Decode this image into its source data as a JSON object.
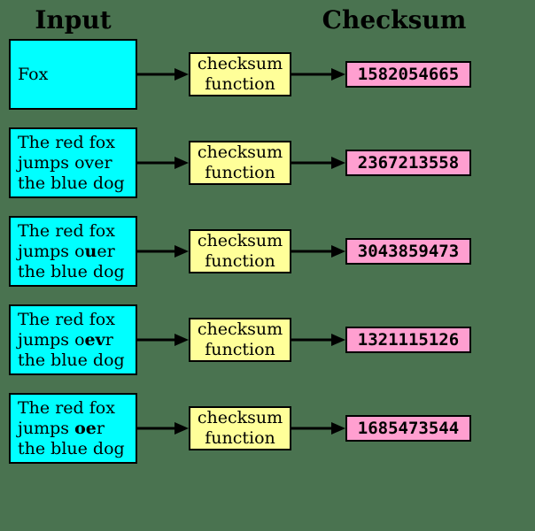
{
  "page": {
    "background": "#4a7350"
  },
  "titles": {
    "input": "Input",
    "checksum": "Checksum"
  },
  "function_box_lines": [
    "checksum",
    "function"
  ],
  "colors": {
    "input_box": "#00ffff",
    "function_box": "#ffff99",
    "checksum_box": "#ff9fd0",
    "border": "#000000",
    "arrow": "#000000",
    "title_text": "#000000"
  },
  "rows": [
    {
      "input_lines": [
        [
          {
            "t": "Fox"
          }
        ]
      ],
      "checksum": "1582054665"
    },
    {
      "input_lines": [
        [
          {
            "t": "The red fox"
          }
        ],
        [
          {
            "t": "jumps over"
          }
        ],
        [
          {
            "t": "the blue dog"
          }
        ]
      ],
      "checksum": "2367213558"
    },
    {
      "input_lines": [
        [
          {
            "t": "The red fox"
          }
        ],
        [
          {
            "t": "jumps o"
          },
          {
            "t": "u",
            "b": true
          },
          {
            "t": "er"
          }
        ],
        [
          {
            "t": "the blue dog"
          }
        ]
      ],
      "checksum": "3043859473"
    },
    {
      "input_lines": [
        [
          {
            "t": "The red fox"
          }
        ],
        [
          {
            "t": "jumps o"
          },
          {
            "t": "ev",
            "b": true
          },
          {
            "t": "r"
          }
        ],
        [
          {
            "t": "the blue dog"
          }
        ]
      ],
      "checksum": "1321115126"
    },
    {
      "input_lines": [
        [
          {
            "t": "The red fox"
          }
        ],
        [
          {
            "t": "jumps "
          },
          {
            "t": "oe",
            "b": true
          },
          {
            "t": "r"
          }
        ],
        [
          {
            "t": "the blue dog"
          }
        ]
      ],
      "checksum": "1685473544"
    }
  ]
}
